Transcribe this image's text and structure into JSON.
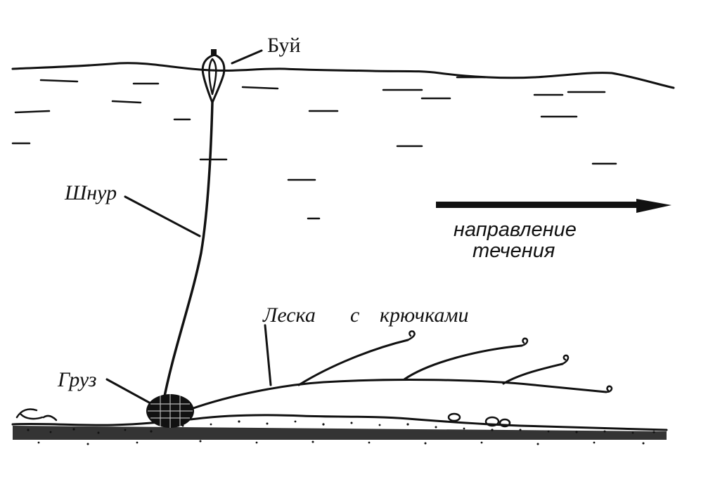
{
  "labels": {
    "buoy": "Буй",
    "cord": "Шнур",
    "weight": "Груз",
    "line_word1": "Леска",
    "line_word2": "с",
    "line_word3": "крючками",
    "current_line1": "направление",
    "current_line2": "течения"
  },
  "colors": {
    "ink": "#111111",
    "background": "#ffffff"
  }
}
